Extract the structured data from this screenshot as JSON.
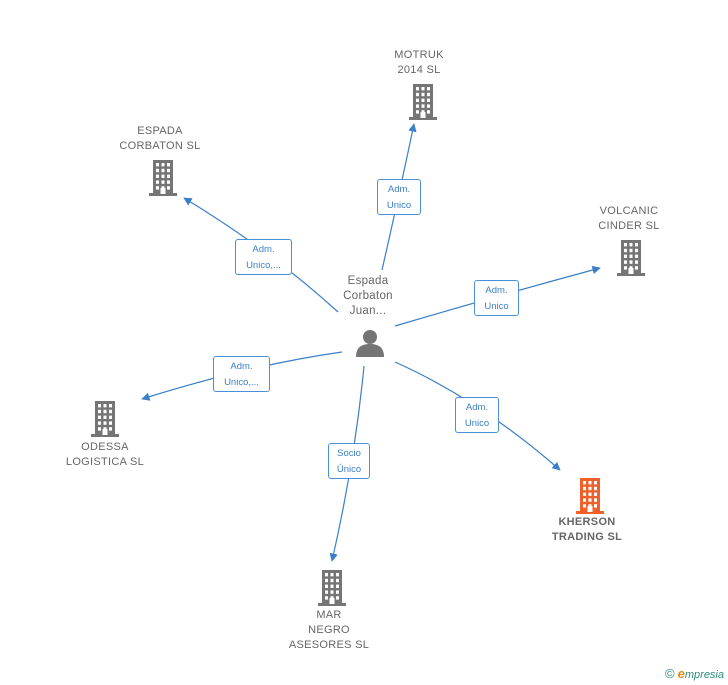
{
  "center": {
    "label": "Espada\nCorbaton\nJuan..."
  },
  "companies": [
    {
      "id": "motruk",
      "label": "MOTRUK\n2014  SL"
    },
    {
      "id": "espada",
      "label": "ESPADA\nCORBATON  SL"
    },
    {
      "id": "volcanic",
      "label": "VOLCANIC\nCINDER SL"
    },
    {
      "id": "odessa",
      "label": "ODESSA\nLOGISTICA  SL"
    },
    {
      "id": "kherson",
      "label": "KHERSON\nTRADING  SL",
      "highlight": true
    },
    {
      "id": "mar",
      "label": "MAR\nNEGRO\nASESORES SL"
    }
  ],
  "edges": [
    {
      "to": "motruk",
      "label": "Adm.\nUnico"
    },
    {
      "to": "espada",
      "label": "Adm.\nUnico,..."
    },
    {
      "to": "volcanic",
      "label": "Adm.\nUnico"
    },
    {
      "to": "odessa",
      "label": "Adm.\nUnico,..."
    },
    {
      "to": "kherson",
      "label": "Adm.\nUnico"
    },
    {
      "to": "mar",
      "label": "Socio\nÚnico"
    }
  ],
  "colors": {
    "edge": "#3a7fc8",
    "icon": "#757575",
    "highlight": "#f0602a"
  },
  "footer": {
    "copyright": "©",
    "brand_initial": "e",
    "brand_rest": "mpresia"
  }
}
